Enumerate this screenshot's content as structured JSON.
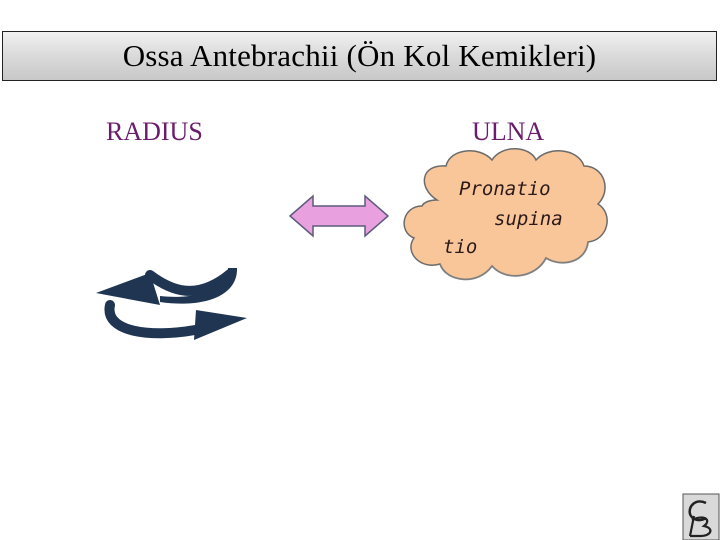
{
  "title": "Ossa Antebrachii (Ön Kol Kemikleri)",
  "labels": {
    "radius": "RADIUS",
    "ulna": "ULNA"
  },
  "cloud": {
    "lines": [
      "Pronatio",
      "supina",
      "tio"
    ],
    "fill_color": "#f9c69a",
    "stroke_color": "#6b6b6b"
  },
  "double_arrow": {
    "fill_color": "#e8a1de",
    "stroke_color": "#5b5b7b",
    "icon": "double-arrow-horizontal-icon"
  },
  "rotation_arrows": {
    "color": "#1f3552",
    "icon": "rotation-arrows-icon"
  },
  "logo": {
    "text": "CB",
    "icon": "cb-logo-icon"
  },
  "colors": {
    "label_color": "#6b1c6b",
    "title_bar_gradient": [
      "#f2f2f2",
      "#c8c8c8"
    ]
  }
}
